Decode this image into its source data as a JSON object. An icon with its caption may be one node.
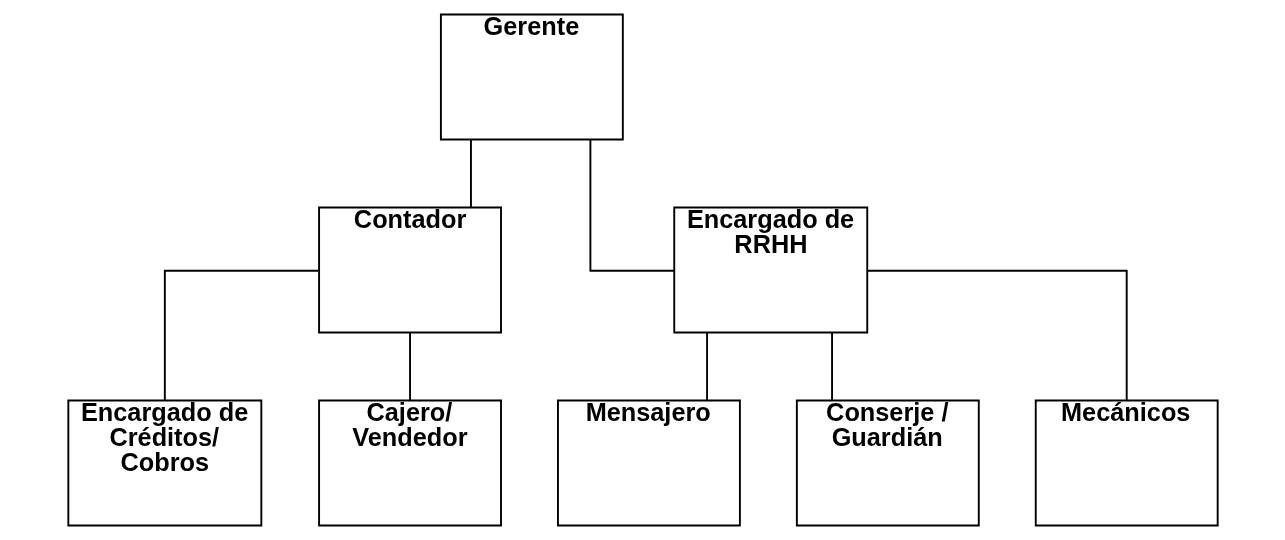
{
  "diagram": {
    "nodes": [
      {
        "text": [
          "Gerente"
        ]
      },
      {
        "text": [
          "Contador"
        ]
      },
      {
        "text": [
          "Encargado de RRHH"
        ]
      },
      {
        "text": [
          "Encargado de Créditos/ Cobros"
        ]
      },
      {
        "text": [
          "Cajero/ Vendedor"
        ]
      },
      {
        "text": [
          "Mensajero"
        ]
      },
      {
        "text": [
          "Conserje / Guardián"
        ]
      },
      {
        "text": [
          "Mecánicos"
        ]
      }
    ],
    "edges": [
      {
        "from": 0,
        "to": 1,
        "arrow": "none"
      },
      {
        "from": 0,
        "to": 2,
        "arrow": "none"
      },
      {
        "from": 1,
        "to": 3,
        "arrow": "none"
      },
      {
        "from": 1,
        "to": 4,
        "arrow": "none"
      },
      {
        "from": 2,
        "to": 5,
        "arrow": "none"
      },
      {
        "from": 2,
        "to": 6,
        "arrow": "none"
      },
      {
        "from": 2,
        "to": 7,
        "arrow": "none"
      }
    ]
  }
}
